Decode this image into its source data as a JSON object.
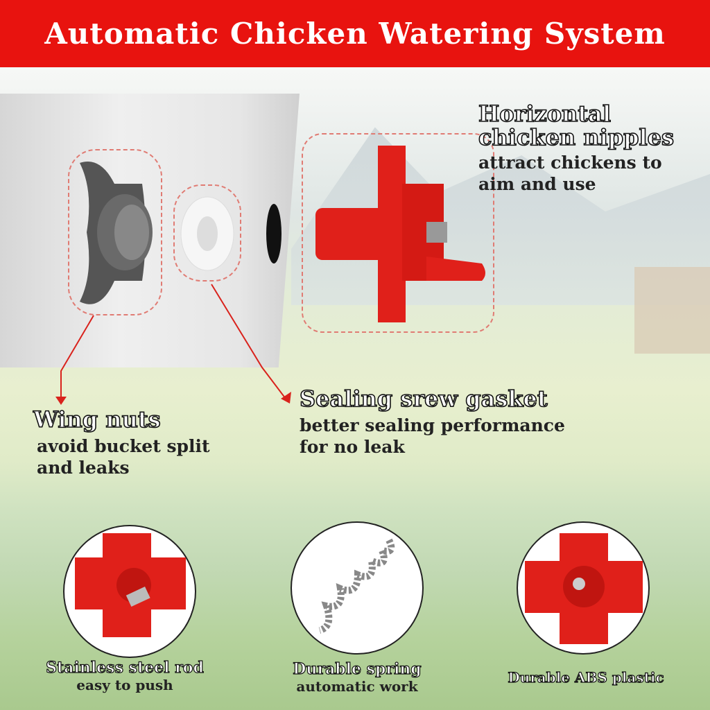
{
  "header": {
    "title": "Automatic Chicken Watering System"
  },
  "callouts": [
    {
      "title_lines": [
        "Horizontal",
        "chicken nipples"
      ],
      "desc_lines": [
        "attract chickens to",
        "aim and use"
      ]
    },
    {
      "title_lines": [
        "Sealing srew gasket"
      ],
      "desc_lines": [
        "better sealing performance",
        "for no leak"
      ]
    },
    {
      "title_lines": [
        "Wing nuts"
      ],
      "desc_lines": [
        "avoid bucket split",
        "and leaks"
      ]
    }
  ],
  "features": [
    {
      "title": "Stainless steel rod",
      "desc": "easy to push"
    },
    {
      "title": "Durable spring",
      "desc": "automatic work"
    },
    {
      "title": "Durable ABS plastic",
      "desc": ""
    }
  ],
  "colors": {
    "header": "#e8130f",
    "part": "#e0201a",
    "arrow": "#d9221c"
  }
}
